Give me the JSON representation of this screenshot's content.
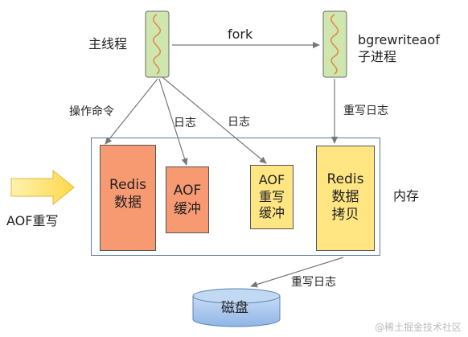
{
  "main_thread": {
    "label": "主线程"
  },
  "fork": {
    "label": "fork"
  },
  "child_process": {
    "line1": "bgrewriteaof",
    "line2": "子进程"
  },
  "labels": {
    "op_command": "操作命令",
    "log_left": "日志",
    "log_right": "日志",
    "rewrite_log_top": "重写日志",
    "rewrite_log_bottom": "重写日志",
    "aof_rewrite_side": "AOF重写",
    "memory": "内存"
  },
  "boxes": {
    "redis_data": {
      "line1": "Redis",
      "line2": "数据"
    },
    "aof_buffer": {
      "line1": "AOF",
      "line2": "缓冲"
    },
    "aof_rewrite_buffer": {
      "line1": "AOF",
      "line2": "重写",
      "line3": "缓冲"
    },
    "redis_copy": {
      "line1": "Redis",
      "line2": "数据",
      "line3": "拷贝"
    }
  },
  "disk": {
    "label": "磁盘"
  },
  "watermark": "@稀土掘金技术社区",
  "colors": {
    "thread_fill": "#cfe6ae",
    "orange_box": "#f79a72",
    "yellow_box": "#ffe683",
    "memory_border": "#5b7ea3",
    "disk_fill": "#a9c9ef",
    "squiggle": "#e08a4a"
  }
}
